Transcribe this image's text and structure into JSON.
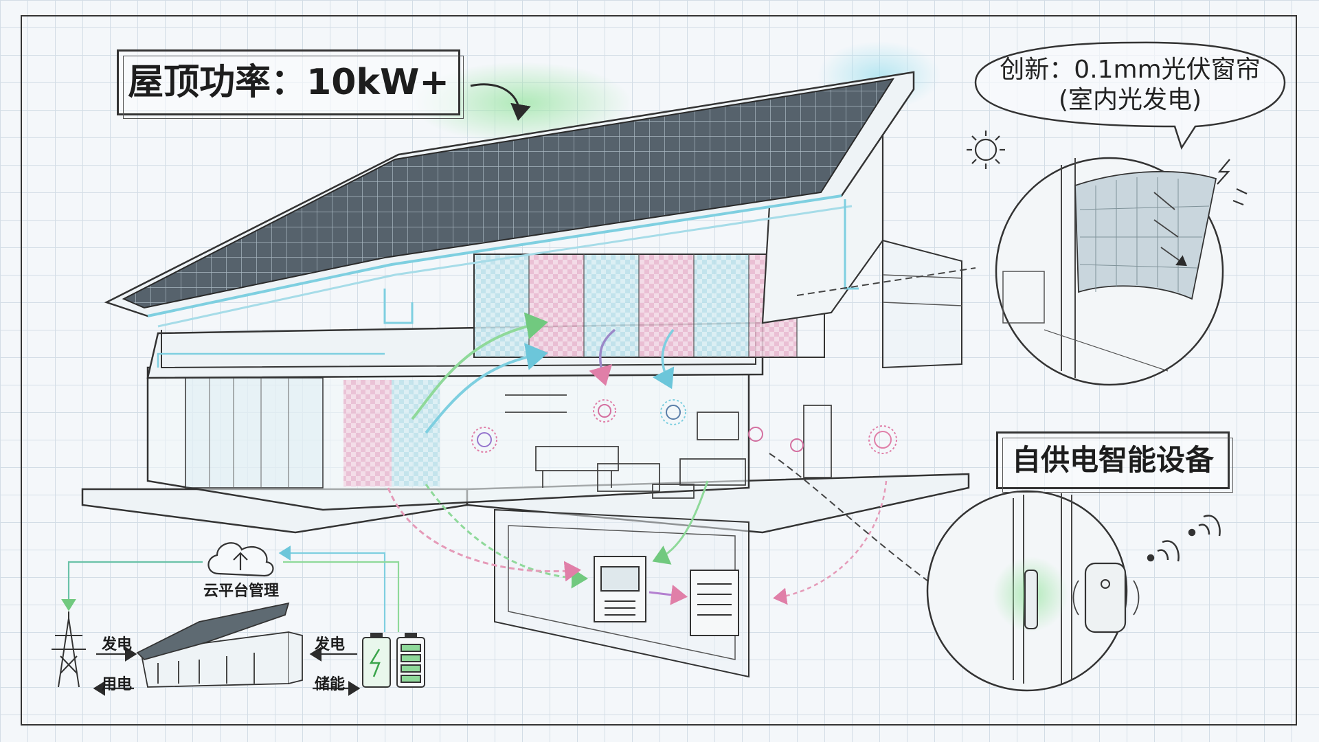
{
  "labels": {
    "roof_power": "屋顶功率：10kW+",
    "innovation_line1": "创新：0.1mm光伏窗帘",
    "innovation_line2": "(室内光发电)",
    "self_powered_devices": "自供电智能设备",
    "cloud_management": "云平台管理",
    "generate_left": "发电",
    "consume_left": "用电",
    "generate_right": "发电",
    "storage_right": "储能"
  },
  "icons": [
    "sun-icon",
    "cloud-upload-icon",
    "battery-icon",
    "wifi-signal-icon",
    "power-tower-icon",
    "lightning-icon"
  ],
  "colors": {
    "line": "#333333",
    "cyan": "#7ecfe0",
    "pink": "#e59ab8",
    "green": "#8fd99a",
    "panel": "#3b4650",
    "grid": "#d3dde6"
  }
}
